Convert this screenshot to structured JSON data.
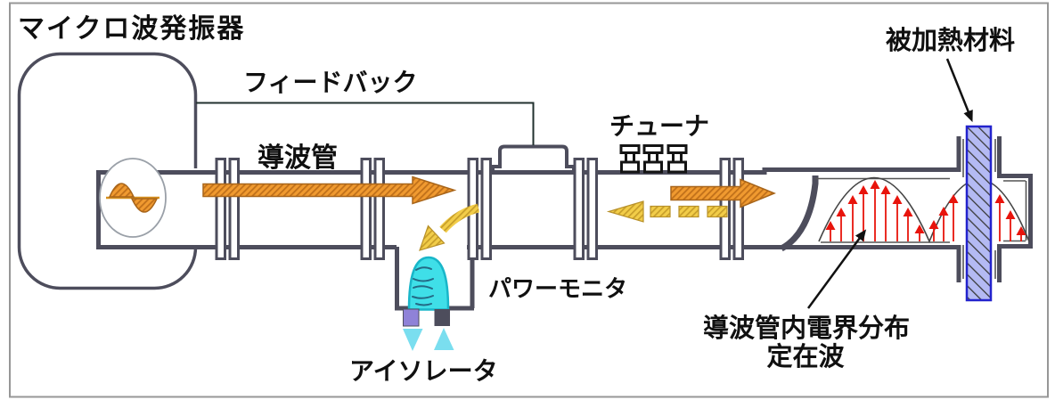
{
  "diagram": {
    "labels": {
      "oscillator": "マイクロ波発振器",
      "feedback": "フィードバック",
      "waveguide": "導波管",
      "tuner": "チューナ",
      "heated_material": "被加熱材料",
      "power_monitor": "パワーモニタ",
      "isolator": "アイソレータ",
      "field_distribution_line1": "導波管内電界分布",
      "field_distribution_line2": "定在波"
    },
    "colors": {
      "structure": "#4d4d5c",
      "forward_wave": "#f09a30",
      "reflected_wave": "#f2cd49",
      "field_arrow": "#e8140c",
      "material_fill": "#b4baf3",
      "material_border": "#2323cd",
      "water_load": "#3fdfe8",
      "frame": "#979797",
      "feedback_line": "#22312f",
      "label": "#101010"
    }
  }
}
